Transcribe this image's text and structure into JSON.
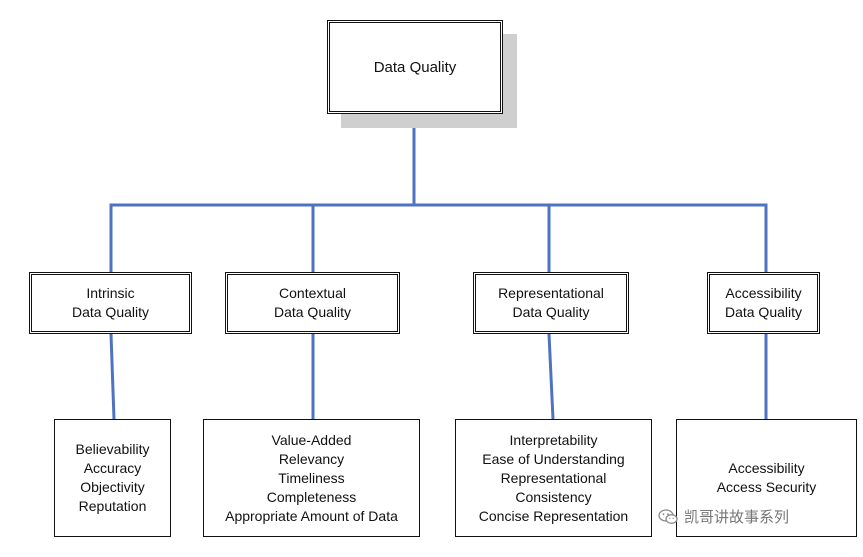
{
  "root": {
    "label": "Data Quality"
  },
  "categories": [
    {
      "lines": [
        "Intrinsic",
        "Data Quality"
      ]
    },
    {
      "lines": [
        "Contextual",
        "Data Quality"
      ]
    },
    {
      "lines": [
        "Representational",
        "Data Quality"
      ]
    },
    {
      "lines": [
        "Accessibility",
        "Data Quality"
      ]
    }
  ],
  "details": [
    {
      "items": [
        "Believability",
        "Accuracy",
        "Objectivity",
        "Reputation"
      ]
    },
    {
      "items": [
        "Value-Added",
        "Relevancy",
        "Timeliness",
        "Completeness",
        "Appropriate Amount of Data"
      ]
    },
    {
      "items": [
        "Interpretability",
        "Ease of Understanding",
        "Representational",
        "Consistency",
        "Concise Representation"
      ]
    },
    {
      "items": [
        "Accessibility",
        "Access Security"
      ]
    }
  ],
  "watermark": {
    "text": "凯哥讲故事系列",
    "icon": "wechat-icon"
  },
  "colors": {
    "connector": "#4f73c0",
    "shadow": "#cfcfcf",
    "border": "#111111"
  }
}
